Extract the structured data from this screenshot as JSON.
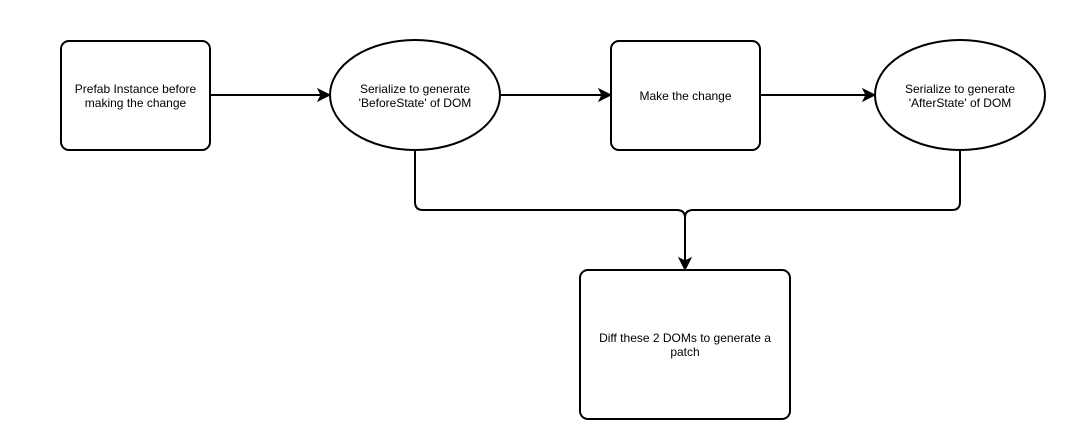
{
  "diagram": {
    "type": "flowchart",
    "nodes": [
      {
        "id": "prefab",
        "shape": "rounded-rectangle",
        "text": "Prefab Instance before making the change"
      },
      {
        "id": "serialize-before",
        "shape": "ellipse",
        "text": "Serialize to generate 'BeforeState' of DOM"
      },
      {
        "id": "make-change",
        "shape": "rounded-rectangle",
        "text": "Make the change"
      },
      {
        "id": "serialize-after",
        "shape": "ellipse",
        "text": "Serialize to generate 'AfterState' of DOM"
      },
      {
        "id": "diff",
        "shape": "rounded-rectangle",
        "text": "Diff these 2 DOMs to generate a patch"
      }
    ],
    "edges": [
      {
        "from": "prefab",
        "to": "serialize-before"
      },
      {
        "from": "serialize-before",
        "to": "make-change"
      },
      {
        "from": "make-change",
        "to": "serialize-after"
      },
      {
        "from": "serialize-before",
        "to": "diff"
      },
      {
        "from": "serialize-after",
        "to": "diff"
      }
    ]
  },
  "colors": {
    "stroke": "#000000",
    "fill": "#ffffff",
    "text": "#000000",
    "background": "#ffffff"
  }
}
